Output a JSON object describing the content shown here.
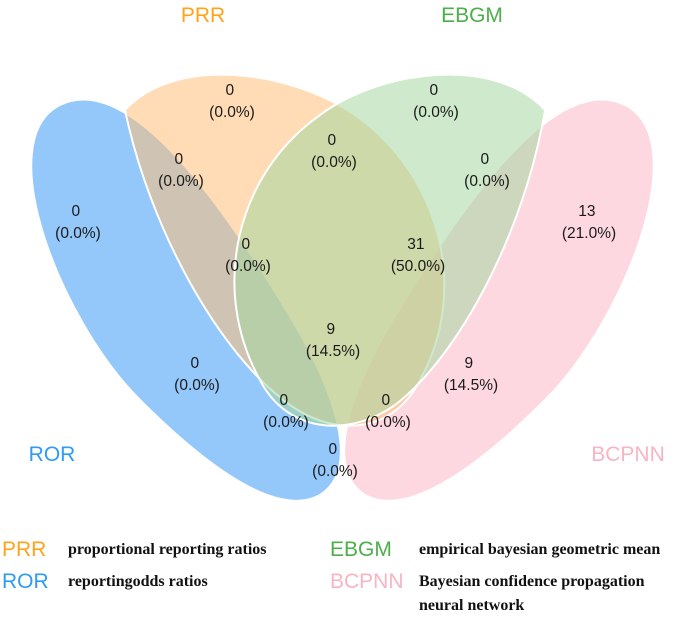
{
  "sets": {
    "prr": {
      "label": "PRR",
      "color": "#FFA319"
    },
    "ebgm": {
      "label": "EBGM",
      "color": "#4DAF4A"
    },
    "ror": {
      "label": "ROR",
      "color": "#2E9BF5"
    },
    "bcpnn": {
      "label": "BCPNN",
      "color": "#F9B4C4"
    }
  },
  "fills": {
    "ror": "#8EC5FB",
    "prr": "#FFC07A",
    "ebgm": "#A6D7A0",
    "bcpnn": "#FDD6DF"
  },
  "regions": [
    {
      "key": "prr_only",
      "count": "0",
      "pct": "(0.0%)"
    },
    {
      "key": "ebgm_only",
      "count": "0",
      "pct": "(0.0%)"
    },
    {
      "key": "prr_ebgm",
      "count": "0",
      "pct": "(0.0%)"
    },
    {
      "key": "ror_prr",
      "count": "0",
      "pct": "(0.0%)"
    },
    {
      "key": "ebgm_bcpnn",
      "count": "0",
      "pct": "(0.0%)"
    },
    {
      "key": "ror_only",
      "count": "0",
      "pct": "(0.0%)"
    },
    {
      "key": "bcpnn_only",
      "count": "13",
      "pct": "(21.0%)"
    },
    {
      "key": "ror_prr_ebgm",
      "count": "0",
      "pct": "(0.0%)"
    },
    {
      "key": "prr_ebgm_bcpnn",
      "count": "31",
      "pct": "(50.0%)"
    },
    {
      "key": "all_four",
      "count": "9",
      "pct": "(14.5%)"
    },
    {
      "key": "ror_ebgm",
      "count": "0",
      "pct": "(0.0%)"
    },
    {
      "key": "prr_bcpnn",
      "count": "9",
      "pct": "(14.5%)"
    },
    {
      "key": "ror_ebgm_bcpnn",
      "count": "0",
      "pct": "(0.0%)"
    },
    {
      "key": "ror_prr_bcpnn",
      "count": "0",
      "pct": "(0.0%)"
    },
    {
      "key": "ror_bcpnn",
      "count": "0",
      "pct": "(0.0%)"
    }
  ],
  "legend": [
    {
      "abbr": "PRR",
      "desc": "proportional reporting ratios"
    },
    {
      "abbr": "EBGM",
      "desc": "empirical bayesian geometric mean"
    },
    {
      "abbr": "ROR",
      "desc": "reportingodds ratios"
    },
    {
      "abbr": "BCPNN",
      "desc_line1": "Bayesian confidence propagation",
      "desc_line2": "neural network"
    }
  ]
}
